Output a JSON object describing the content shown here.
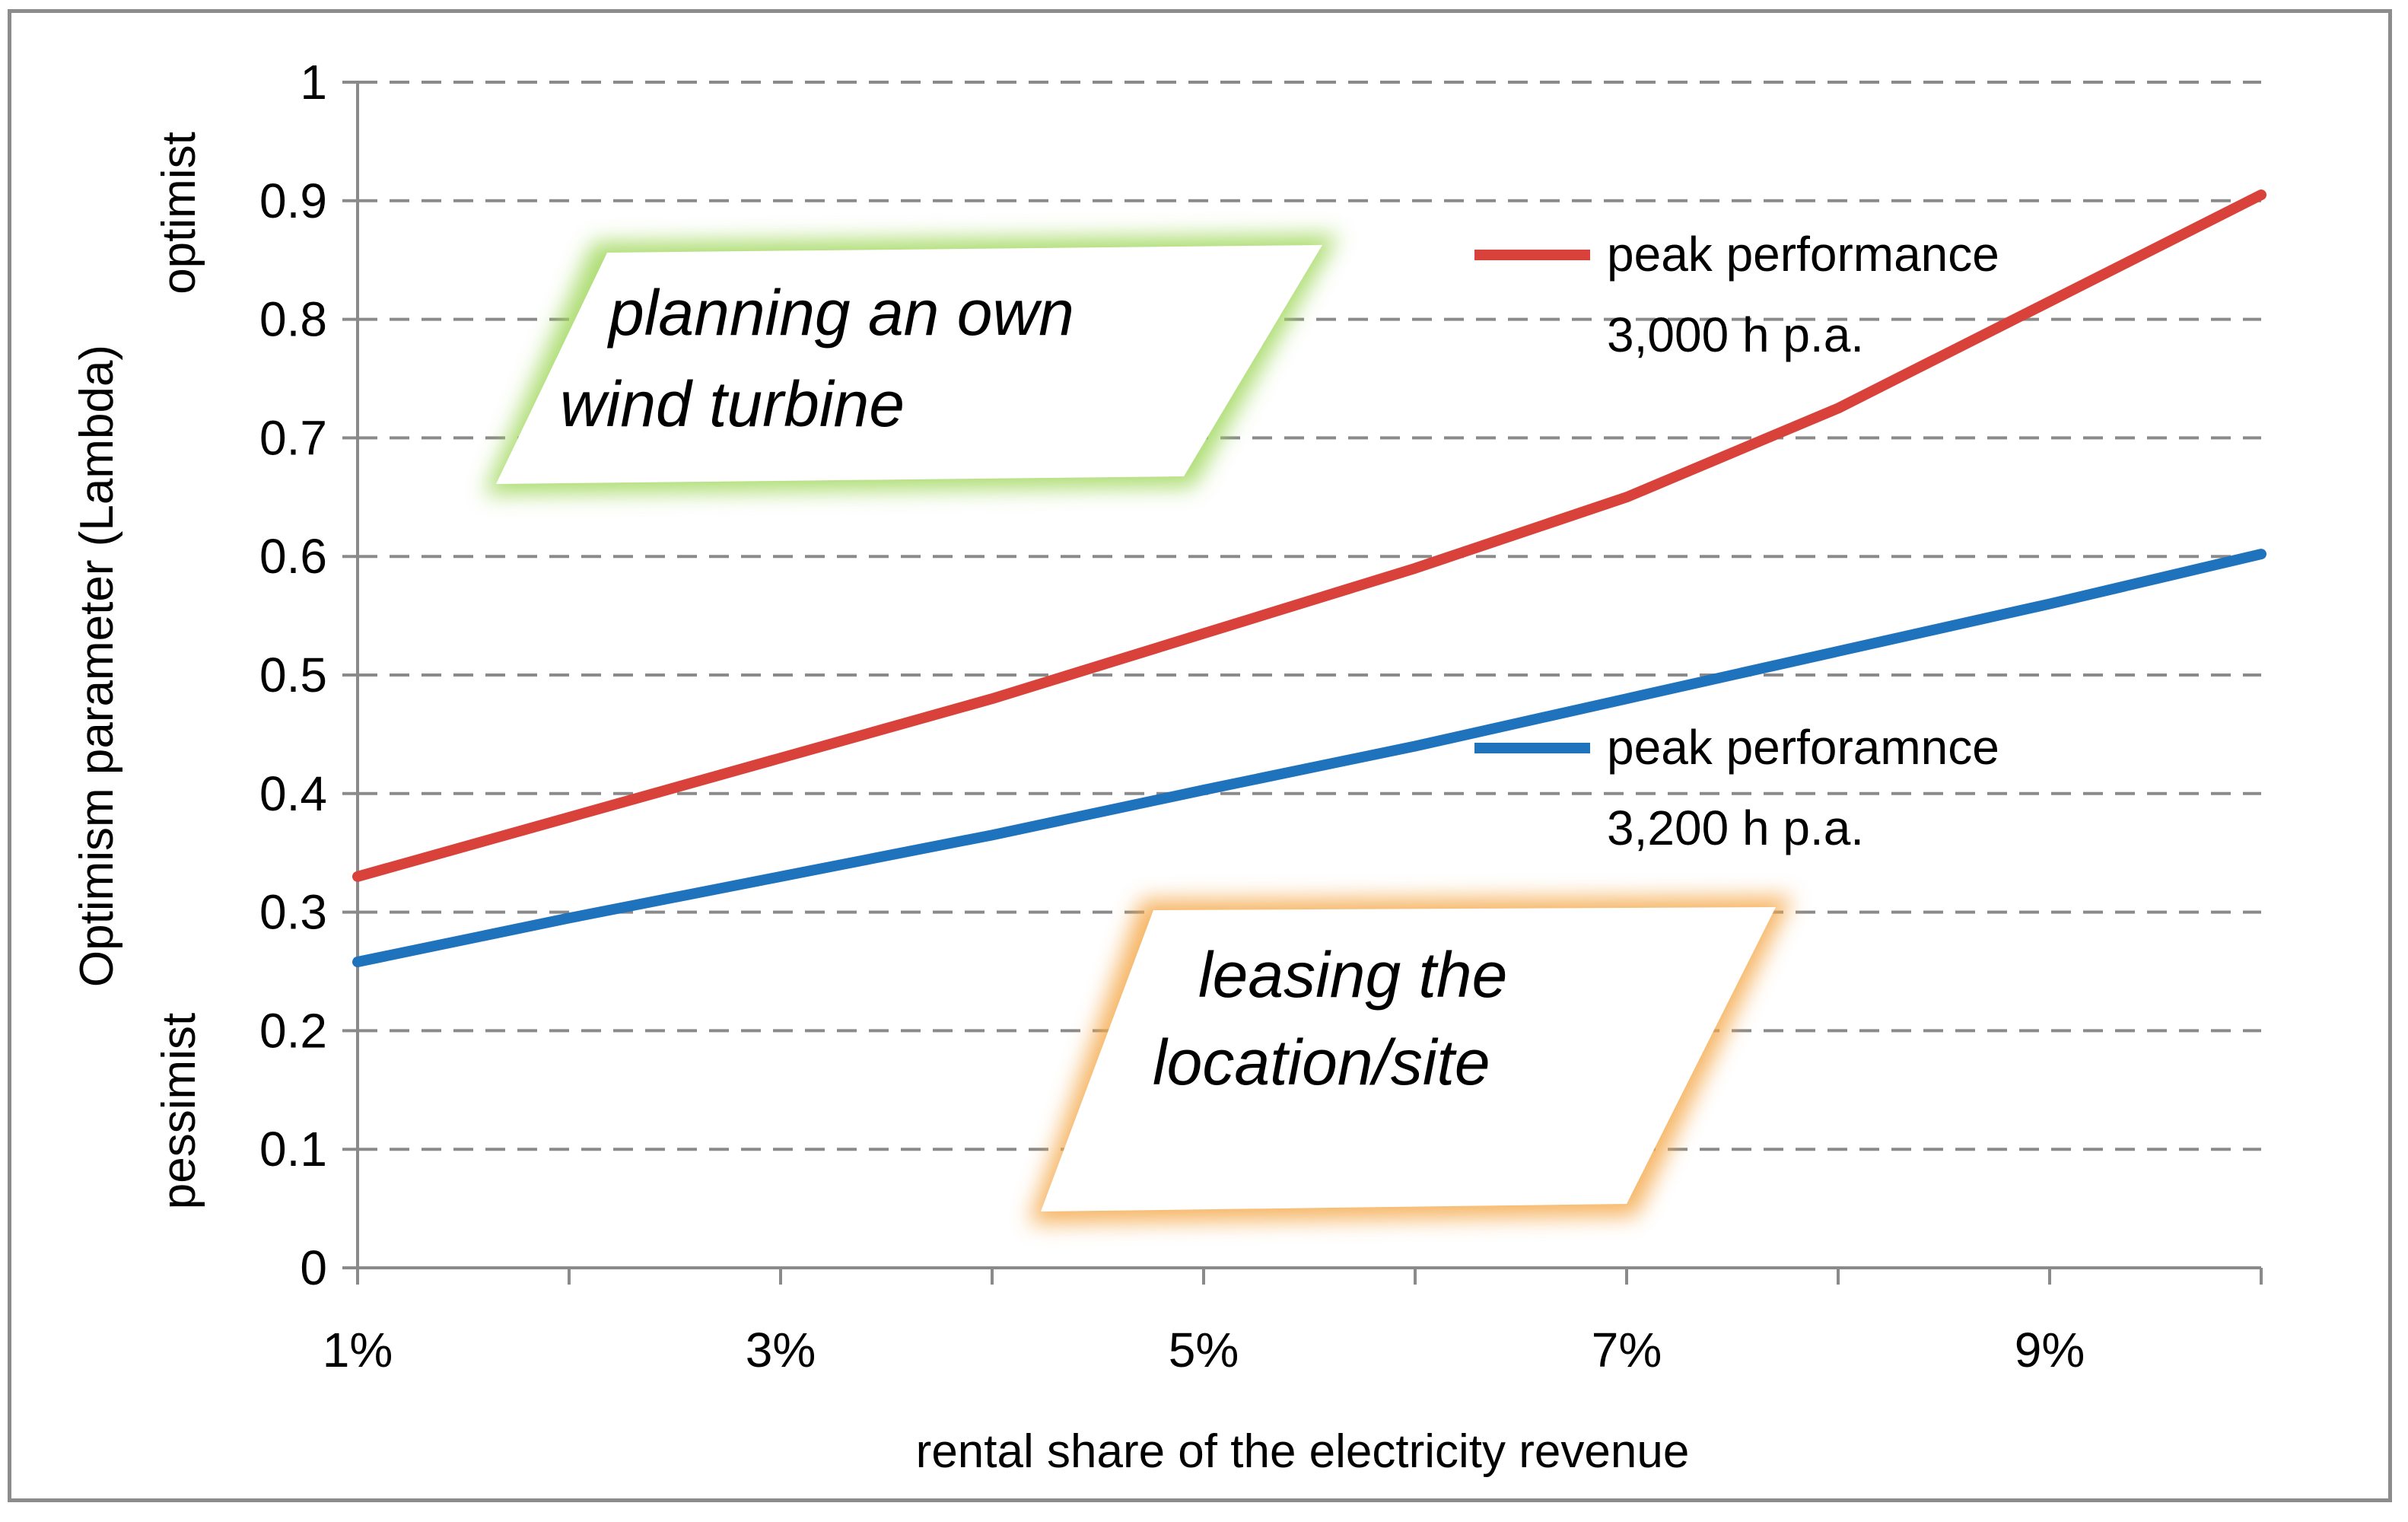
{
  "chart_data": {
    "type": "line",
    "x": [
      1,
      2,
      3,
      4,
      5,
      6,
      7,
      8,
      9,
      10
    ],
    "x_tick_labels": [
      "1%",
      "3%",
      "5%",
      "7%",
      "9%"
    ],
    "x_tick_values": [
      1,
      3,
      5,
      7,
      9
    ],
    "xlim": [
      1,
      10
    ],
    "ylim": [
      0,
      1
    ],
    "y_ticks": [
      "0",
      "0.1",
      "0.2",
      "0.3",
      "0.4",
      "0.5",
      "0.6",
      "0.7",
      "0.8",
      "0.9",
      "1"
    ],
    "grid": "horizontal dashed",
    "xlabel": "rental share of the electricity revenue",
    "ylabel": "Optimism parameter (Lambda)",
    "ylabel_top": "optimist",
    "ylabel_bottom": "pessimist",
    "series": [
      {
        "name_line1": "peak performance",
        "name_line2": "3,000 h p.a.",
        "color": "#d9423a",
        "values": [
          0.33,
          0.38,
          0.43,
          0.48,
          0.535,
          0.59,
          0.65,
          0.725,
          0.815,
          0.905
        ]
      },
      {
        "name_line1": "peak perforamnce",
        "name_line2": "3,200 h p.a.",
        "color": "#1f72bc",
        "values": [
          0.258,
          0.295,
          0.33,
          0.365,
          0.403,
          0.44,
          0.48,
          0.52,
          0.56,
          0.602
        ]
      }
    ],
    "annotations": [
      {
        "line1": "planning an own",
        "line2": "wind turbine",
        "glow": "#9fd75a"
      },
      {
        "line1": "leasing the",
        "line2": "location/site",
        "glow": "#f4a84a"
      }
    ]
  }
}
